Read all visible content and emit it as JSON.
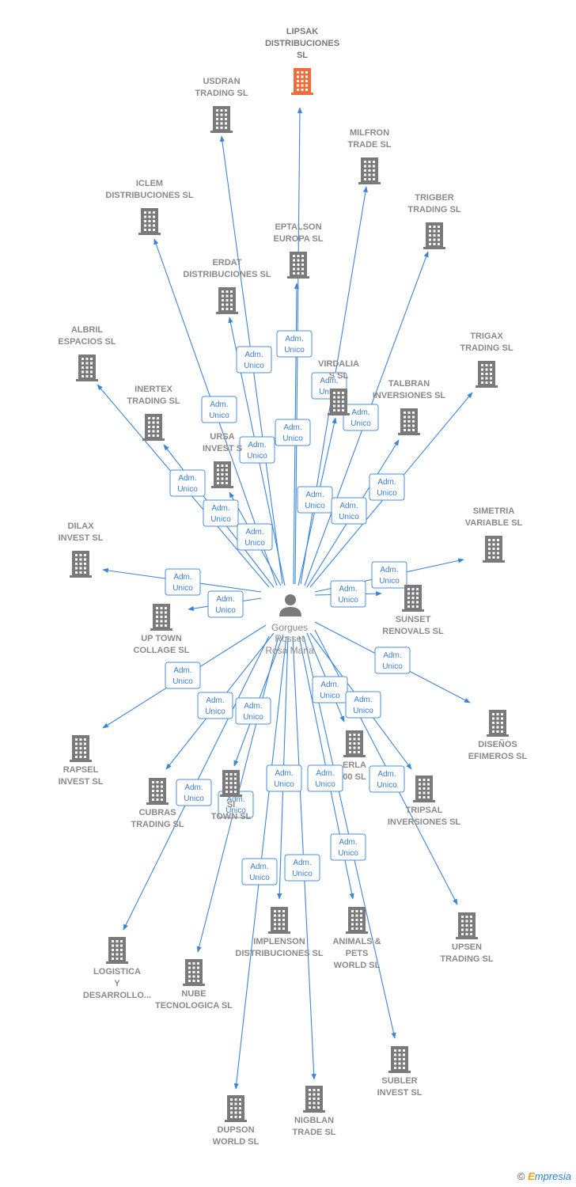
{
  "center": {
    "name_lines": [
      "Gorgues",
      "Rosset",
      "Rosa Maria"
    ],
    "icon": "person-icon"
  },
  "relation_label_lines": [
    "Adm.",
    "Unico"
  ],
  "colors": {
    "edge": "#3d85d6",
    "building": "#7a7a7a",
    "main_building": "#f26b3a",
    "box_border": "#4a8fd8"
  },
  "footer": {
    "copyright": "©",
    "brand_e": "E",
    "brand_rest": "mpresia"
  },
  "companies": [
    {
      "id": "lipsak",
      "name_lines": [
        "LIPSAK",
        "DISTRIBUCIONES",
        "SL"
      ],
      "main": true
    },
    {
      "id": "usdran",
      "name_lines": [
        "USDRAN",
        "TRADING SL"
      ]
    },
    {
      "id": "milfron",
      "name_lines": [
        "MILFRON",
        "TRADE SL"
      ]
    },
    {
      "id": "iclem",
      "name_lines": [
        "ICLEM",
        "DISTRIBUCIONES SL"
      ]
    },
    {
      "id": "trigber",
      "name_lines": [
        "TRIGBER",
        "TRADING SL"
      ]
    },
    {
      "id": "eptalson",
      "name_lines": [
        "EPTALSON",
        "EUROPA SL"
      ]
    },
    {
      "id": "erdat",
      "name_lines": [
        "ERDAT",
        "DISTRIBUCIONES SL"
      ]
    },
    {
      "id": "albril",
      "name_lines": [
        "ALBRIL",
        "ESPACIOS SL"
      ]
    },
    {
      "id": "trigax",
      "name_lines": [
        "TRIGAX",
        "TRADING SL"
      ]
    },
    {
      "id": "virdalia",
      "name_lines": [
        "VIRDALIA",
        "S SL"
      ]
    },
    {
      "id": "talbran",
      "name_lines": [
        "TALBRAN",
        "INVERSIONES SL"
      ]
    },
    {
      "id": "inertex",
      "name_lines": [
        "INERTEX",
        "TRADING SL"
      ]
    },
    {
      "id": "ursa",
      "name_lines": [
        "URSA",
        "INVEST S"
      ]
    },
    {
      "id": "simetria",
      "name_lines": [
        "SIMETRIA",
        "VARIABLE SL"
      ]
    },
    {
      "id": "dilax",
      "name_lines": [
        "DILAX",
        "INVEST SL"
      ]
    },
    {
      "id": "sunset",
      "name_lines": [
        "SUNSET",
        "RENOVALS SL"
      ]
    },
    {
      "id": "uptown",
      "name_lines": [
        "UP TOWN",
        "COLLAGE SL"
      ]
    },
    {
      "id": "disenos",
      "name_lines": [
        "DISEÑOS",
        "EFIMEROS SL"
      ]
    },
    {
      "id": "rapsel",
      "name_lines": [
        "RAPSEL",
        "INVEST SL"
      ]
    },
    {
      "id": "erla",
      "name_lines": [
        "ERLA",
        "00 SL"
      ]
    },
    {
      "id": "cubras",
      "name_lines": [
        "CUBRAS",
        "TRADING SL"
      ]
    },
    {
      "id": "town",
      "name_lines": [
        "SI",
        "TOWN SL"
      ]
    },
    {
      "id": "tripsal",
      "name_lines": [
        "TRIPSAL",
        "INVERSIONES SL"
      ]
    },
    {
      "id": "implenson",
      "name_lines": [
        "IMPLENSON",
        "DISTRIBUCIONES SL"
      ]
    },
    {
      "id": "animals",
      "name_lines": [
        "ANIMALS &",
        "PETS",
        "WORLD SL"
      ]
    },
    {
      "id": "upsen",
      "name_lines": [
        "UPSEN",
        "TRADING SL"
      ]
    },
    {
      "id": "logistica",
      "name_lines": [
        "LOGISTICA",
        "Y",
        "DESARROLLO..."
      ]
    },
    {
      "id": "nube",
      "name_lines": [
        "NUBE",
        "TECNOLOGICA SL"
      ]
    },
    {
      "id": "subler",
      "name_lines": [
        "SUBLER",
        "INVEST SL"
      ]
    },
    {
      "id": "dupson",
      "name_lines": [
        "DUPSON",
        "WORLD SL"
      ]
    },
    {
      "id": "nigblan",
      "name_lines": [
        "NIGBLAN",
        "TRADE SL"
      ]
    }
  ]
}
